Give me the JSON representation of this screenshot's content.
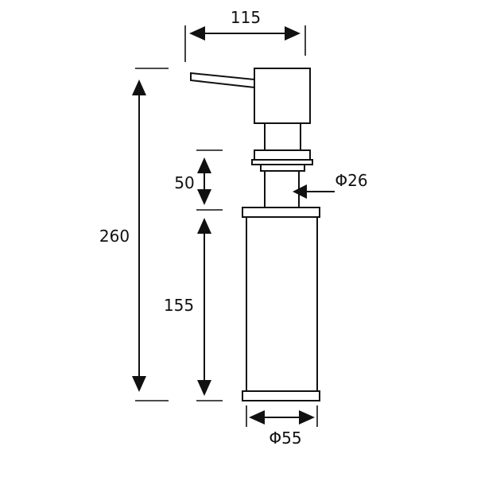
{
  "dimensions": {
    "spout_reach": "115",
    "total_height": "260",
    "thread_length": "50",
    "bottle_height": "155",
    "thread_diameter": "Φ26",
    "bottle_diameter": "Φ55"
  },
  "colors": {
    "line": "#111111",
    "background": "#ffffff"
  }
}
